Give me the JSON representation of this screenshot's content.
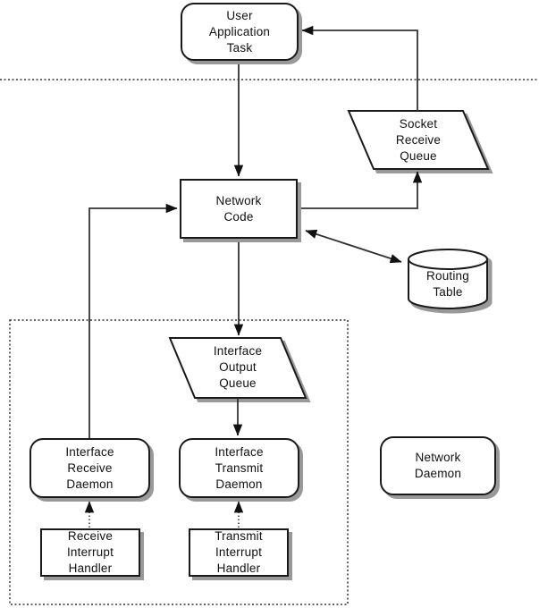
{
  "diagram": {
    "description": "Network stack task and queue architecture diagram",
    "colors": {
      "background": "#ffffff",
      "node_fill": "#ffffff",
      "node_border": "#1a1a1a",
      "line": "#333333",
      "arrowhead": "#111111",
      "shadow": "#999999",
      "text": "#111111"
    },
    "nodes": {
      "user_application_task": {
        "label": "User\nApplication\nTask",
        "shape": "rounded-rect"
      },
      "socket_receive_queue": {
        "label": "Socket\nReceive\nQueue",
        "shape": "parallelogram"
      },
      "network_code": {
        "label": "Network\nCode",
        "shape": "rect"
      },
      "routing_table": {
        "label": "Routing\nTable",
        "shape": "cylinder"
      },
      "interface_output_queue": {
        "label": "Interface\nOutput\nQueue",
        "shape": "parallelogram"
      },
      "interface_receive_daemon": {
        "label": "Interface\nReceive\nDaemon",
        "shape": "rounded-rect"
      },
      "interface_transmit_daemon": {
        "label": "Interface\nTransmit\nDaemon",
        "shape": "rounded-rect"
      },
      "network_daemon": {
        "label": "Network\nDaemon",
        "shape": "rounded-rect"
      },
      "receive_interrupt_handler": {
        "label": "Receive\nInterrupt\nHandler",
        "shape": "rect"
      },
      "transmit_interrupt_handler": {
        "label": "Transmit\nInterrupt\nHandler",
        "shape": "rect"
      }
    },
    "edges": [
      {
        "from": "user_application_task",
        "to": "network_code",
        "style": "solid",
        "arrow": "end"
      },
      {
        "from": "network_code",
        "to": "socket_receive_queue",
        "style": "solid",
        "arrow": "end"
      },
      {
        "from": "socket_receive_queue",
        "to": "user_application_task",
        "style": "solid",
        "arrow": "end"
      },
      {
        "from": "interface_receive_daemon",
        "to": "network_code",
        "style": "solid",
        "arrow": "end"
      },
      {
        "from": "network_code",
        "to": "interface_output_queue",
        "style": "solid",
        "arrow": "end"
      },
      {
        "from": "interface_output_queue",
        "to": "interface_transmit_daemon",
        "style": "solid",
        "arrow": "end"
      },
      {
        "from": "network_code",
        "to": "routing_table",
        "style": "solid",
        "arrow": "both"
      },
      {
        "from": "receive_interrupt_handler",
        "to": "interface_receive_daemon",
        "style": "dotted",
        "arrow": "end"
      },
      {
        "from": "transmit_interrupt_handler",
        "to": "interface_transmit_daemon",
        "style": "dotted",
        "arrow": "end"
      }
    ],
    "boundaries": [
      {
        "name": "horizontal-dotted-separator",
        "style": "dotted-line"
      },
      {
        "name": "kernel-interface-dotted-box",
        "style": "dotted-rect"
      }
    ]
  }
}
